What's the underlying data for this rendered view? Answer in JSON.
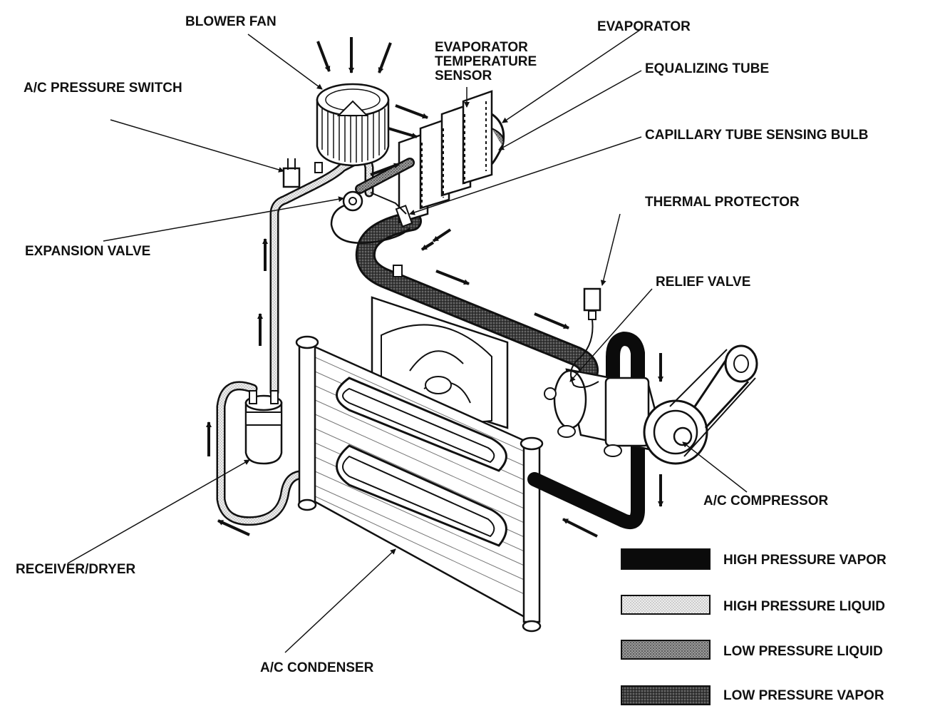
{
  "labels": {
    "blower_fan": "BLOWER FAN",
    "evaporator_temperature_sensor": [
      "EVAPORATOR",
      "TEMPERATURE",
      "SENSOR"
    ],
    "evaporator": "EVAPORATOR",
    "equalizing_tube": "EQUALIZING TUBE",
    "ac_pressure_switch": "A/C PRESSURE SWITCH",
    "capillary_tube_sensing_bulb": "CAPILLARY TUBE SENSING BULB",
    "thermal_protector": "THERMAL PROTECTOR",
    "expansion_valve": "EXPANSION VALVE",
    "relief_valve": "RELIEF VALVE",
    "ac_compressor": "A/C COMPRESSOR",
    "receiver_dryer": "RECEIVER/DRYER",
    "ac_condenser": "A/C CONDENSER"
  },
  "legend": [
    {
      "label": "HIGH PRESSURE VAPOR",
      "color": "#0b0b0b"
    },
    {
      "label": "HIGH PRESSURE LIQUID",
      "color": "#e4e4e4"
    },
    {
      "label": "LOW PRESSURE LIQUID",
      "color": "#8d8d8d"
    },
    {
      "label": "LOW PRESSURE VAPOR",
      "color": "#3a3a3a"
    }
  ]
}
